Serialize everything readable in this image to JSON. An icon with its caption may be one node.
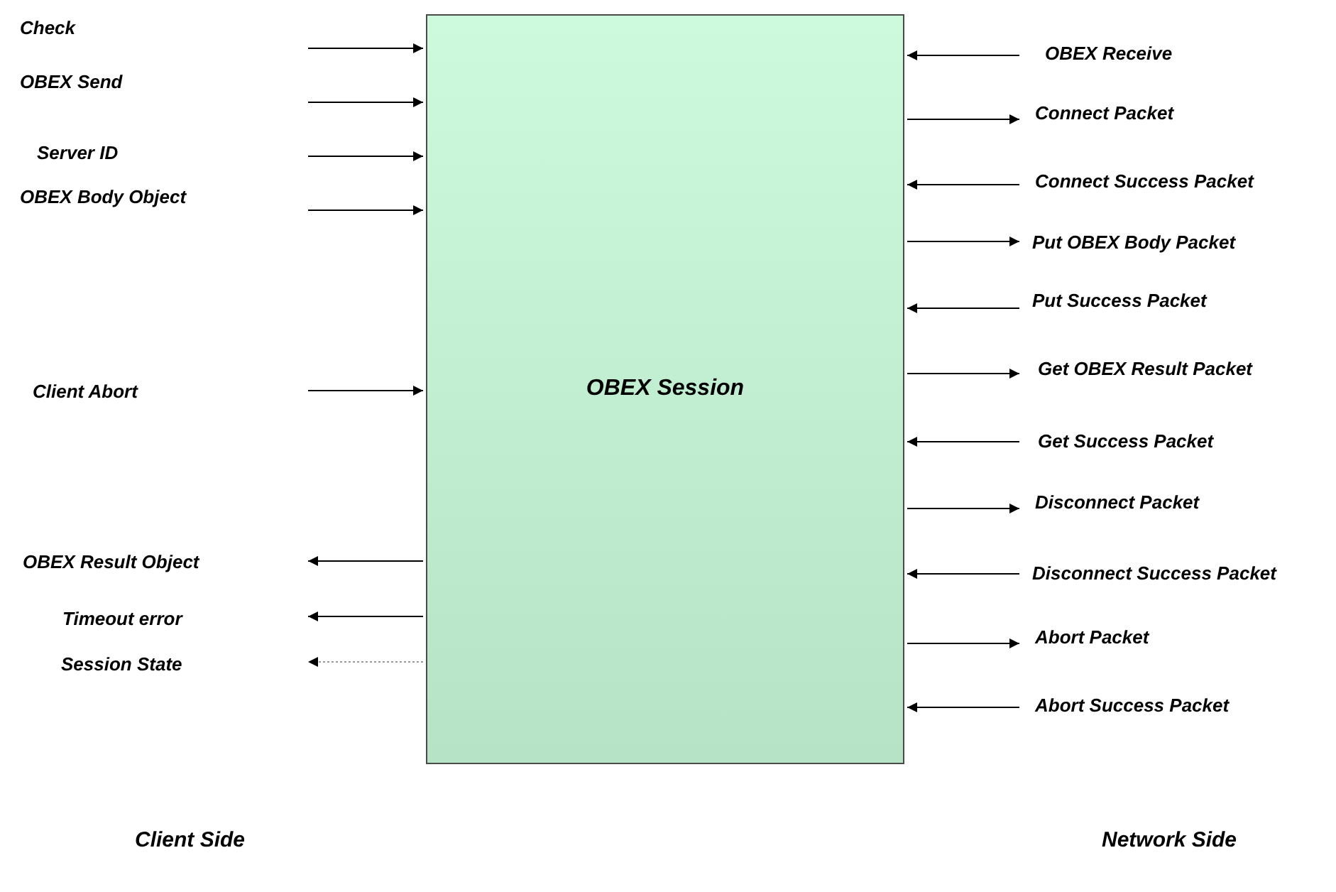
{
  "diagram": {
    "nodes": [
      {
        "text": [
          "OBEX Session"
        ]
      },
      {
        "text": [
          "OBEX Receive"
        ]
      },
      {
        "text": [
          "Connect Packet"
        ]
      },
      {
        "text": [
          "Connect Success Packet"
        ]
      },
      {
        "text": [
          "Put OBEX Body Packet"
        ]
      },
      {
        "text": [
          "Put Success Packet"
        ]
      },
      {
        "text": [
          "Get OBEX Result Packet"
        ]
      },
      {
        "text": [
          "Get Success Packet"
        ]
      },
      {
        "text": [
          "Disconnect Packet"
        ]
      },
      {
        "text": [
          "Disconnect Success Packet"
        ]
      },
      {
        "text": [
          "Abort Packet"
        ]
      },
      {
        "text": [
          "Abort Success Packet"
        ]
      }
    ],
    "edges": [
      {
        "from": null,
        "to": 0,
        "arrow": "to"
      },
      {
        "from": null,
        "to": 0,
        "arrow": "to"
      },
      {
        "from": null,
        "to": 0,
        "arrow": "to"
      },
      {
        "from": null,
        "to": 0,
        "arrow": "to"
      },
      {
        "from": null,
        "to": 0,
        "arrow": "to"
      },
      {
        "from": 0,
        "to": null,
        "arrow": "to"
      },
      {
        "from": 0,
        "to": null,
        "arrow": "to"
      },
      {
        "from": 0,
        "to": null,
        "arrow": "to",
        "style": "dashed",
        "color": "#777777"
      },
      {
        "from": 1,
        "to": 0,
        "arrow": "to"
      },
      {
        "from": 0,
        "to": 2,
        "arrow": "to"
      },
      {
        "from": 3,
        "to": 0,
        "arrow": "to"
      },
      {
        "from": 0,
        "to": 4,
        "arrow": "to"
      },
      {
        "from": 5,
        "to": 0,
        "arrow": "to"
      },
      {
        "from": 0,
        "to": 6,
        "arrow": "to"
      },
      {
        "from": 7,
        "to": 0,
        "arrow": "to"
      },
      {
        "from": 0,
        "to": 8,
        "arrow": "to"
      },
      {
        "from": 9,
        "to": 0,
        "arrow": "to"
      },
      {
        "from": 0,
        "to": 10,
        "arrow": "to"
      },
      {
        "from": 11,
        "to": 0,
        "arrow": "to"
      }
    ],
    "labels": [
      "Check",
      "OBEX Send",
      "Server ID",
      "OBEX Body Object",
      "Client Abort",
      "OBEX Result Object",
      "Timeout error",
      "Session State",
      "Client Side",
      "Network Side"
    ]
  }
}
